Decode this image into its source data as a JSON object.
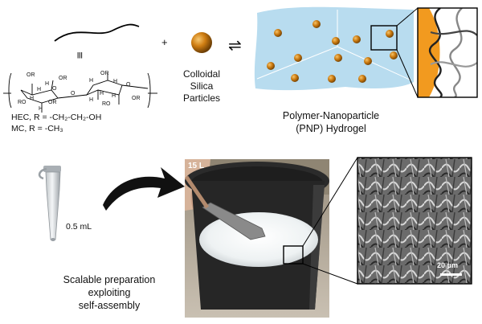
{
  "top": {
    "equiv_symbol": "|||",
    "plus": "+",
    "arrows": "⇌",
    "particle_label_lines": [
      "Colloidal",
      "Silica",
      "Particles"
    ],
    "hydrogel_label_lines": [
      "Polymer-Nanoparticle",
      "(PNP) Hydrogel"
    ],
    "hec_line": "HEC, R = -CH₂-CH₂-OH",
    "mc_line": "MC, R = -CH₃",
    "chem_labels": [
      "OR",
      "OR",
      "H",
      "O",
      "H",
      "H",
      "RO",
      "OR",
      "H",
      "O",
      "H",
      "H",
      "OR",
      "O",
      "H",
      "H",
      "RO",
      "OR",
      "H",
      "O",
      "H",
      "H",
      "O",
      "O"
    ],
    "colors": {
      "particle": "#c9780e",
      "gel": "#b8dcef",
      "inset_orange": "#f29a1f"
    }
  },
  "bottom": {
    "tube_label": "0.5 mL",
    "bucket_label": "15 L",
    "scale_bar_label": "20 μm",
    "caption_lines": [
      "Scalable preparation",
      "exploiting",
      "self-assembly"
    ]
  }
}
